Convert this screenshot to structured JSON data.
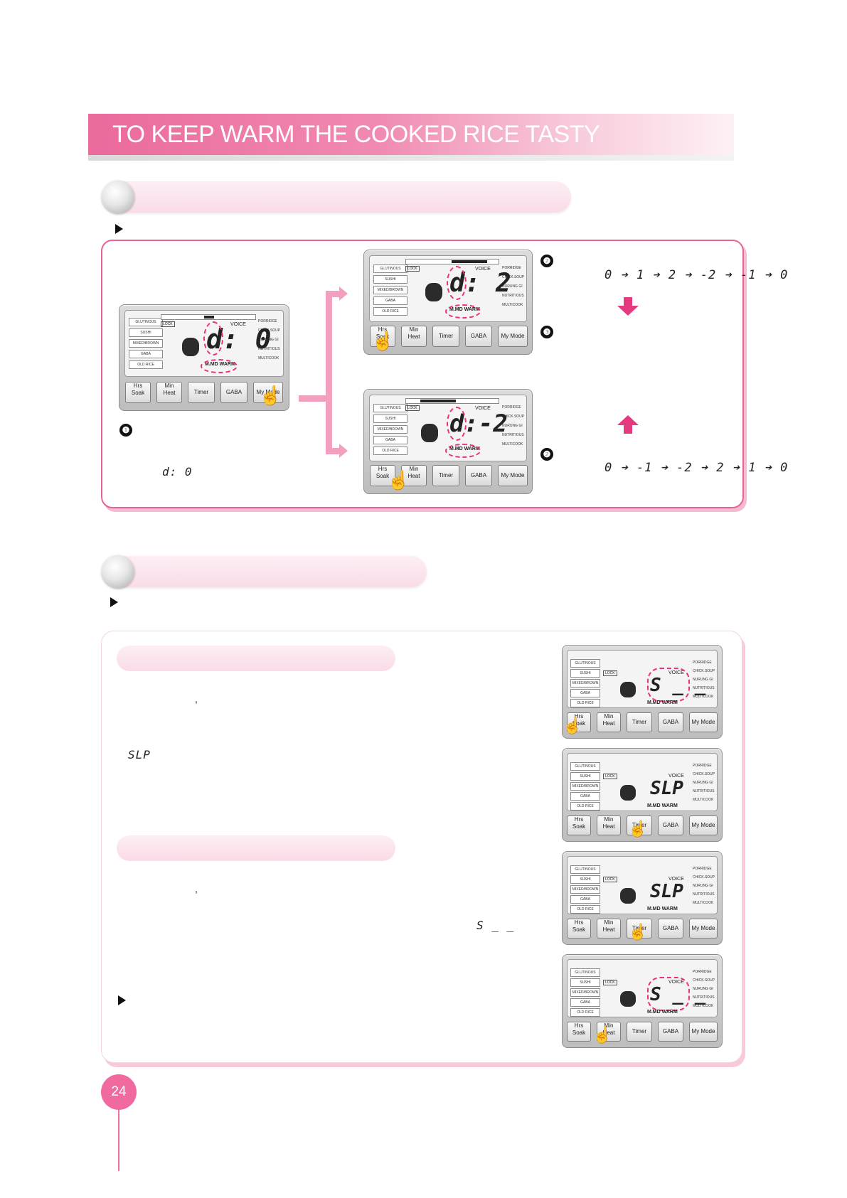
{
  "header": {
    "title": "TO KEEP WARM THE COOKED RICE TASTY"
  },
  "page_number": "24",
  "panel": {
    "left_labels": [
      "GLUTINOUS",
      "SUSHI",
      "MIXED/BROWN",
      "GABA",
      "OLD RICE"
    ],
    "right_labels": [
      "PORRIDGE",
      "CHICK.SOUP",
      "NURUNG GI",
      "NUTRITIOUS",
      "MULTICOOK"
    ],
    "lock": "LOCK",
    "voice": "VOICE",
    "mode": "M.MD WARM",
    "buttons": {
      "soak_top": "Hrs",
      "soak_bottom": "Soak",
      "heat_top": "Min",
      "heat_bottom": "Heat",
      "timer": "Timer",
      "gaba": "GABA",
      "mymode": "My Mode"
    }
  },
  "section1": {
    "step1": "❶",
    "step2": "❷",
    "step3": "❸",
    "step_badge_tail": "'",
    "displays": {
      "main": "d: 0",
      "up": "d: 2",
      "down": "d:-2"
    },
    "display_code": "d: 0",
    "sequence_up": "0 ➔ 1 ➔ 2 ➔ -2 ➔ -1 ➔ 0",
    "sequence_down": "0 ➔ -1 ➔ -2 ➔ 2 ➔ 1 ➔ 0"
  },
  "section2": {
    "code_slp": "SLP",
    "code_s": "S _ _",
    "comma": ",",
    "displays": [
      "S _ _",
      "SLP",
      "SLP",
      "S _ _"
    ]
  }
}
